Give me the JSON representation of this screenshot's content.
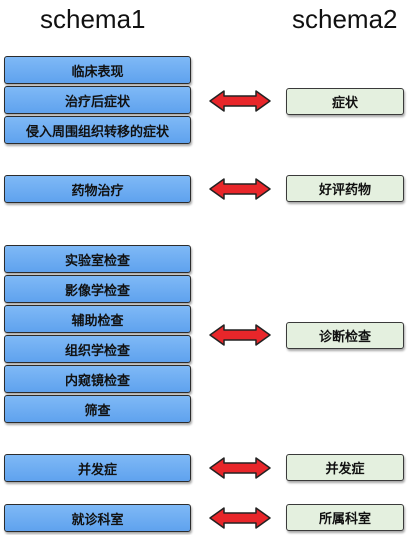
{
  "headers": {
    "schema1": "schema1",
    "schema2": "schema2"
  },
  "schema1": {
    "clinical_manifestation": "临床表现",
    "post_treatment_symptoms": "治疗后症状",
    "invasion_metastasis_symptoms": "侵入周围组织转移的症状",
    "drug_treatment": "药物治疗",
    "lab_exam": "实验室检查",
    "imaging_exam": "影像学检查",
    "auxiliary_exam": "辅助检查",
    "histology_exam": "组织学检查",
    "endoscopy_exam": "内窥镜检查",
    "screening": "筛查",
    "complication": "并发症",
    "department": "就诊科室"
  },
  "schema2": {
    "symptom": "症状",
    "effective_drugs": "好评药物",
    "diagnostic_exam": "诊断检查",
    "complication": "并发症",
    "department": "所属科室"
  },
  "colors": {
    "left_box": "#6aaaf0",
    "right_box": "#e4f0df",
    "arrow_fill": "#e8262a"
  }
}
